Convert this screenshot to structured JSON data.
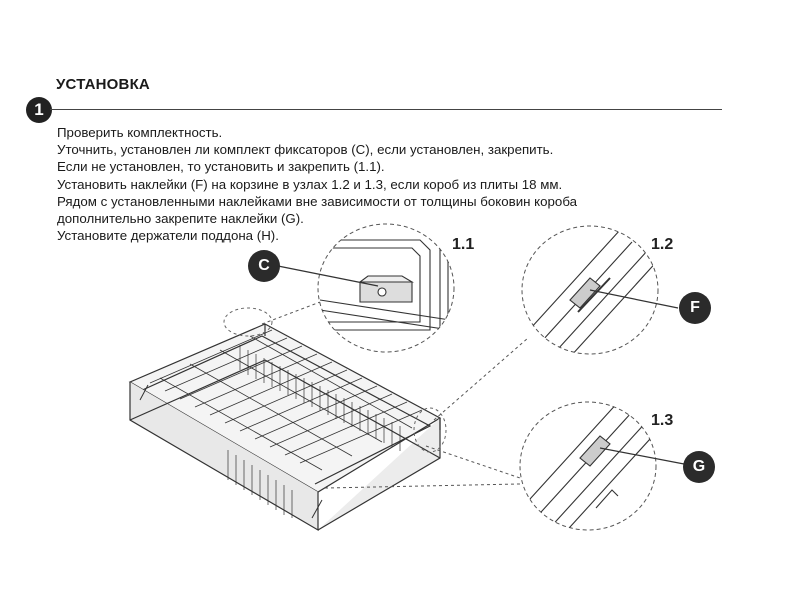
{
  "heading": "УСТАНОВКА",
  "step_number": "1",
  "instructions": [
    "Проверить комплектность.",
    "Уточнить, установлен ли комплект фиксаторов (C), если установлен, закрепить.",
    "Если не установлен, то установить и закрепить (1.1).",
    "Установить наклейки (F) на корзине в узлах 1.2 и 1.3, если короб из плиты 18 мм.",
    "Рядом с установленными наклейками вне зависимости от толщины боковин короба",
    "дополнительно закрепите наклейки (G).",
    "Установите держатели поддона (H)."
  ],
  "callouts": {
    "c": "C",
    "f": "F",
    "g": "G"
  },
  "detail_labels": {
    "d11": "1.1",
    "d12": "1.2",
    "d13": "1.3"
  }
}
